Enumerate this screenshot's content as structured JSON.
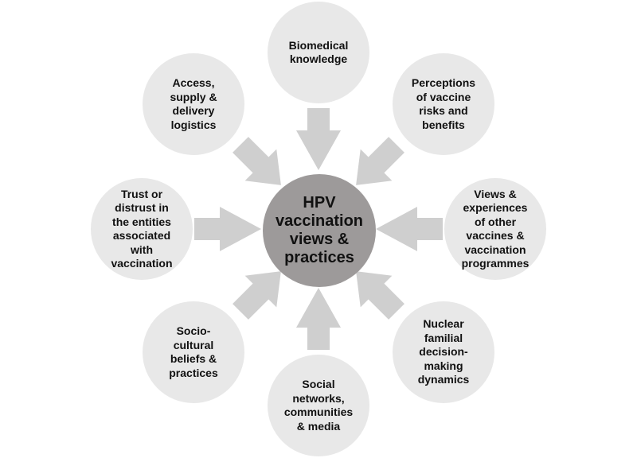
{
  "center": {
    "label": "HPV\nvaccination\nviews &\npractices",
    "color": "#9d9a9a"
  },
  "factors": [
    {
      "id": "biomedical-knowledge",
      "label": "Biomedical\nknowledge"
    },
    {
      "id": "perceptions-of-vaccine-risks",
      "label": "Perceptions\nof vaccine\nrisks and\nbenefits"
    },
    {
      "id": "views-of-other-vaccines",
      "label": "Views &\nexperiences\nof other\nvaccines &\nvaccination\nprogrammes"
    },
    {
      "id": "nuclear-familial-decision-making",
      "label": "Nuclear\nfamilial\ndecision-\nmaking\ndynamics"
    },
    {
      "id": "social-networks",
      "label": "Social\nnetworks,\ncommunities\n& media"
    },
    {
      "id": "socio-cultural-beliefs",
      "label": "Socio-\ncultural\nbeliefs &\npractices"
    },
    {
      "id": "trust-or-distrust",
      "label": "Trust or\ndistrust in\nthe entities\nassociated\nwith\nvaccination"
    },
    {
      "id": "access-supply-delivery",
      "label": "Access,\nsupply &\ndelivery\nlogistics"
    }
  ],
  "colors": {
    "outer_circle": "#e8e8e8",
    "arrow": "#cfcfcf",
    "text": "#111111"
  }
}
